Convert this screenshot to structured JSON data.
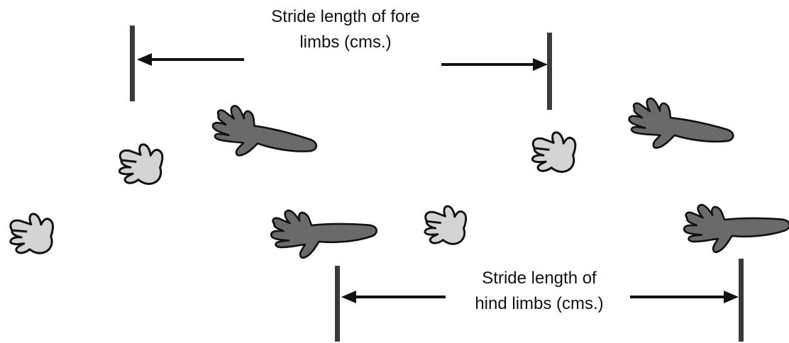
{
  "fore_stride_label": {
    "line1": "Stride length of fore",
    "line2": "limbs (cms.)"
  },
  "hind_stride_label": {
    "line1": "Stride length of",
    "line2": "hind limbs (cms.)"
  },
  "colors": {
    "fore_print_fill": "#d4d4d4",
    "hind_print_fill": "#6a6a6a",
    "outline": "#111111",
    "marker_bar": "#3a3a3a"
  }
}
